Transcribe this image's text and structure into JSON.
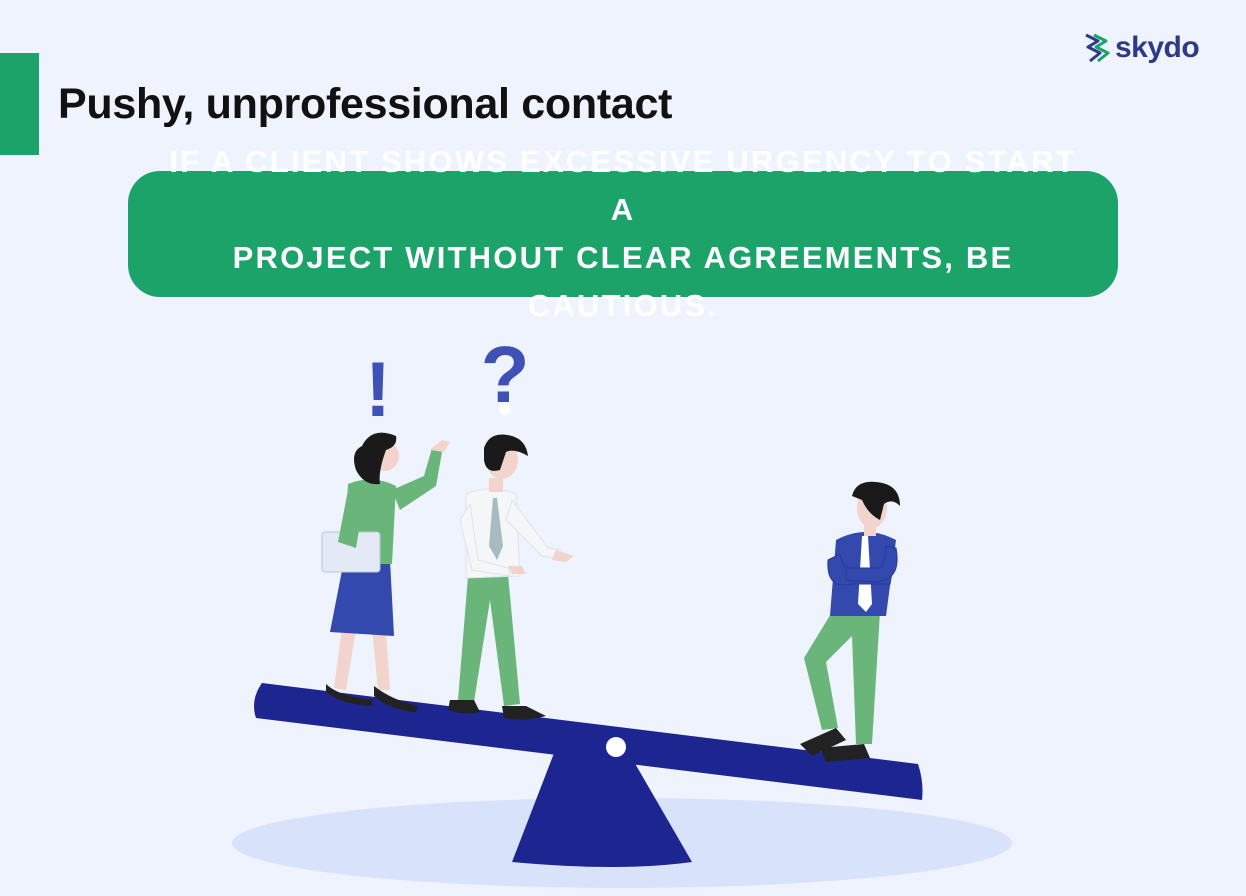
{
  "header": {
    "title": "Pushy, unprofessional contact"
  },
  "brand": {
    "logo_text": "skydo",
    "logo_icon": "chevron-arrows-logo-icon"
  },
  "callout": {
    "line1": "IF A CLIENT SHOWS EXCESSIVE URGENCY TO START A",
    "line2": "PROJECT WITHOUT CLEAR AGREEMENTS, BE CAUTIOUS."
  },
  "illustration": {
    "subject": "seesaw",
    "marks": [
      "!",
      "?"
    ]
  },
  "colors": {
    "background": "#eef3fd",
    "accent_green": "#1ba36a",
    "navy": "#1c2590",
    "blue": "#3f51b5",
    "light_green": "#6ab67a",
    "shadow": "#d9e2fb"
  }
}
